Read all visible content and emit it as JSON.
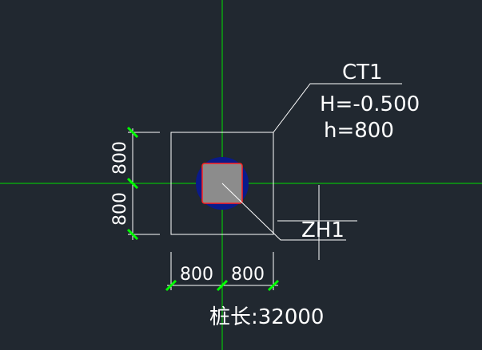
{
  "colors": {
    "background": "#212830",
    "axis": "#00e000",
    "outline": "#ffffff",
    "dimension_tick": "#00ff00",
    "pile_circle": "#0a1a8a",
    "column_fill": "#8c8c8c",
    "column_border": "#ff2020"
  },
  "cap_label": {
    "name": "CT1",
    "elevation": "H=-0.500",
    "thickness": "h=800"
  },
  "column_label": "ZH1",
  "dimensions": {
    "left_upper": "800",
    "left_lower": "800",
    "bottom_left": "800",
    "bottom_right": "800"
  },
  "pile_length": "桩长:32000"
}
